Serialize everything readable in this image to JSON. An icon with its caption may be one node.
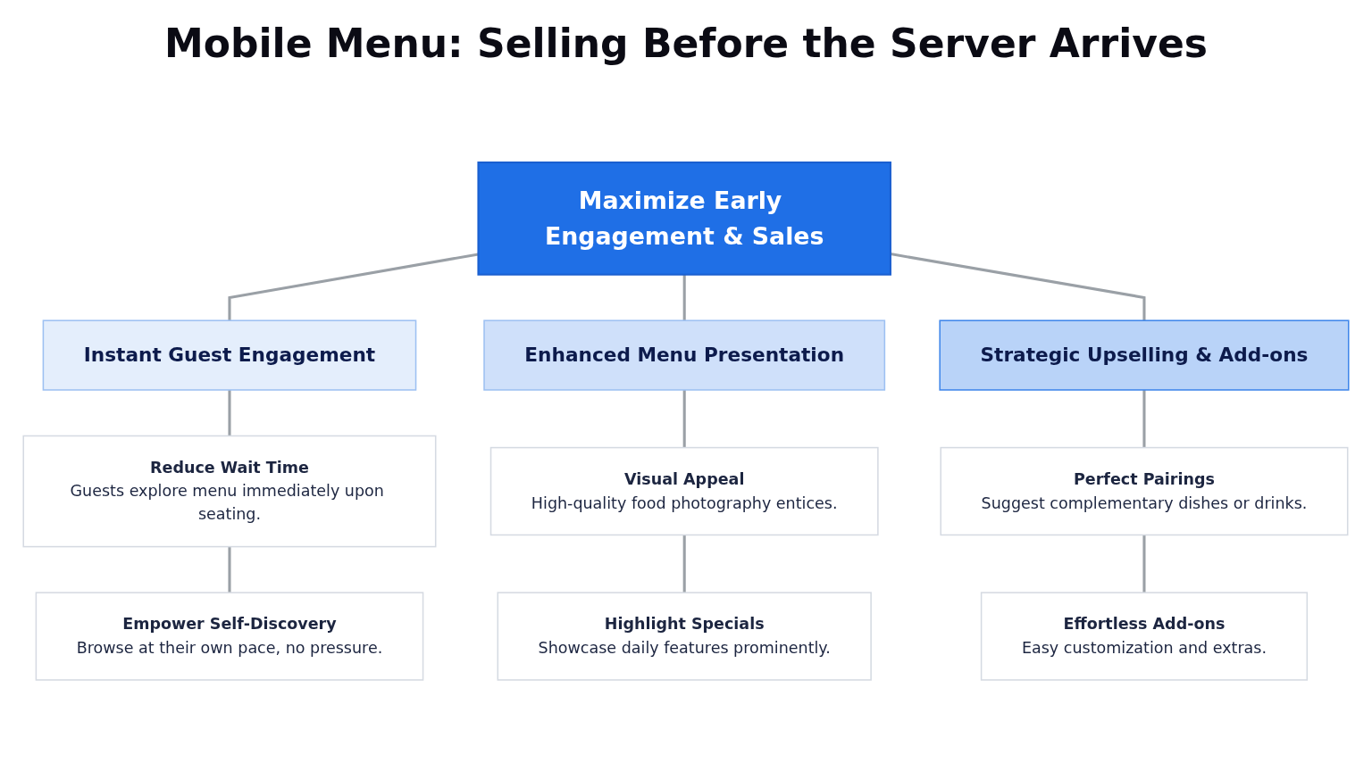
{
  "diagram": {
    "title": "Mobile Menu: Selling Before the Server Arrives",
    "nodes": [
      {
        "text": [
          "Maximize Early Engagement & Sales"
        ]
      },
      {
        "text": [
          "Instant Guest Engagement"
        ]
      },
      {
        "text": [
          "Enhanced Menu Presentation"
        ]
      },
      {
        "text": [
          "Strategic Upselling & Add-ons"
        ]
      },
      {
        "text": [
          "Reduce Wait Time",
          "Guests explore menu immediately upon seating."
        ]
      },
      {
        "text": [
          "Visual Appeal",
          "High-quality food photography entices."
        ]
      },
      {
        "text": [
          "Perfect Pairings",
          "Suggest complementary dishes or drinks."
        ]
      },
      {
        "text": [
          "Empower Self-Discovery",
          "Browse at their own pace, no pressure."
        ]
      },
      {
        "text": [
          "Highlight Specials",
          "Showcase daily features prominently."
        ]
      },
      {
        "text": [
          "Effortless Add-ons",
          "Easy customization and extras."
        ]
      }
    ],
    "edges": [
      {
        "from": 0,
        "to": 1,
        "arrow": "none"
      },
      {
        "from": 0,
        "to": 2,
        "arrow": "none"
      },
      {
        "from": 0,
        "to": 3,
        "arrow": "none"
      },
      {
        "from": 1,
        "to": 4,
        "arrow": "none"
      },
      {
        "from": 4,
        "to": 7,
        "arrow": "none"
      },
      {
        "from": 2,
        "to": 5,
        "arrow": "none"
      },
      {
        "from": 5,
        "to": 8,
        "arrow": "none"
      },
      {
        "from": 3,
        "to": 6,
        "arrow": "none"
      },
      {
        "from": 6,
        "to": 9,
        "arrow": "none"
      }
    ]
  }
}
